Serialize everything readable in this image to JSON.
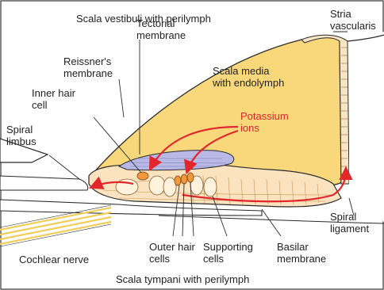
{
  "colors": {
    "scala_media": "#f9d87c",
    "outline": "#2a2a2a",
    "tectorial": "#b9b9e6",
    "organ_fill": "#fbe3c0",
    "hair_cell": "#f29a3a",
    "arrow_red": "#e1262c",
    "nerve_yellow": "#f2cd5a"
  },
  "labels": {
    "scala_vestibuli": "Scala vestibuli with perilymph",
    "stria_line1": "Stria",
    "stria_line2": "vascularis",
    "tectorial_line1": "Tectorial",
    "tectorial_line2": "membrane",
    "reissner_line1": "Reissner's",
    "reissner_line2": "membrane",
    "scala_media_line1": "Scala media",
    "scala_media_line2": "with endolymph",
    "inner_hair_line1": "Inner hair",
    "inner_hair_line2": "cell",
    "potassium_line1": "Potassium",
    "potassium_line2": "ions",
    "spiral_limbus_line1": "Spiral",
    "spiral_limbus_line2": "limbus",
    "spiral_ligament_line1": "Spiral",
    "spiral_ligament_line2": "ligament",
    "outer_hair_line1": "Outer hair",
    "outer_hair_line2": "cells",
    "supporting_line1": "Supporting",
    "supporting_line2": "cells",
    "basilar_line1": "Basilar",
    "basilar_line2": "membrane",
    "cochlear_nerve": "Cochlear nerve",
    "scala_tympani": "Scala tympani with perilymph"
  }
}
